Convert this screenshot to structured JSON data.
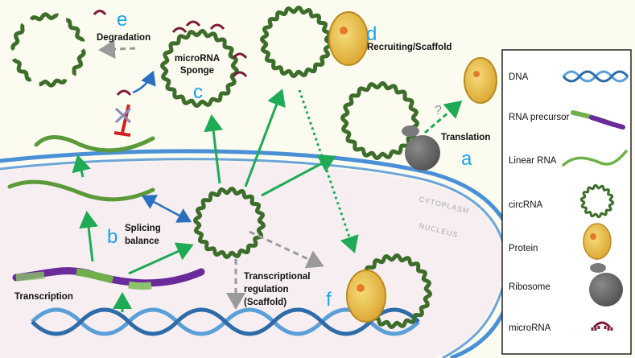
{
  "colors": {
    "background": "#fbfbef",
    "nucleus_fill": "#f7eef1",
    "membrane": "#4a90d6",
    "circ_dark": "#3d6d2a",
    "circ_light": "#8bc26a",
    "green_arrow": "#1faa55",
    "blue_arrow": "#2a6fc0",
    "grey_arrow": "#9a9a9a",
    "microrna": "#7a1c36",
    "letters": "#1aa3e8",
    "protein": "#e8b93a",
    "ribosome": "#6d6d6d",
    "precursor_purple": "#6a2a9a"
  },
  "compartments": {
    "cytoplasm": "CYTOPLASM",
    "nucleus": "NUCLEUS"
  },
  "labels": {
    "degradation": "Degradation",
    "sponge_line1": "microRNA",
    "sponge_line2": "Sponge",
    "recruiting": "Recruiting/Scaffold",
    "translation": "Translation",
    "splicing_line1": "Splicing",
    "splicing_line2": "balance",
    "transcription": "Transcription",
    "tr_line1": "Transcriptional",
    "tr_line2": "regulation",
    "tr_line3": "(Scaffold)",
    "question": "?"
  },
  "panel_letters": {
    "a": "a",
    "b": "b",
    "c": "c",
    "d": "d",
    "e": "e",
    "f": "f"
  },
  "legend": {
    "items": [
      {
        "label": "DNA",
        "icon": "dna-icon"
      },
      {
        "label": "RNA precursor",
        "icon": "rna-precursor-icon"
      },
      {
        "label": "Linear RNA",
        "icon": "linear-rna-icon"
      },
      {
        "label": "circRNA",
        "icon": "circrna-icon"
      },
      {
        "label": "Protein",
        "icon": "protein-icon"
      },
      {
        "label": "Ribosome",
        "icon": "ribosome-icon"
      },
      {
        "label": "microRNA",
        "icon": "microrna-icon"
      }
    ]
  }
}
